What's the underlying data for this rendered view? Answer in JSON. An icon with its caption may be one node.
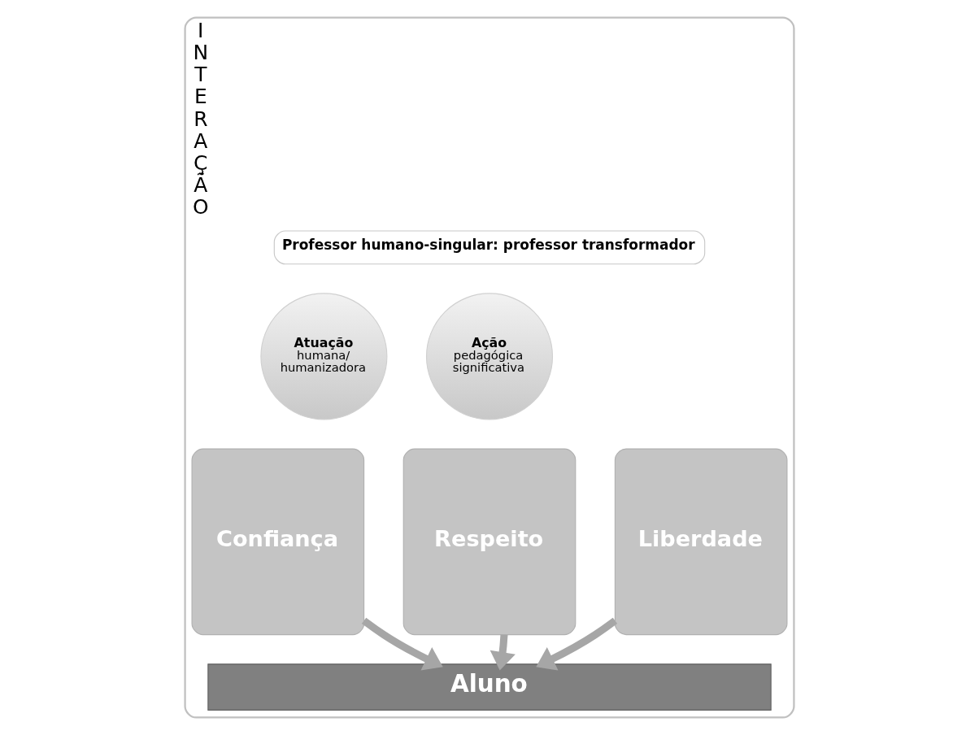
{
  "diagram": {
    "nodes": [
      {
        "text": [
          "I N T E R A Ç Ã O"
        ]
      },
      {
        "text": [
          "Professor humano-singular: professor transformador"
        ],
        "in": 0
      },
      {
        "text": [
          "Atuação",
          "humana/ humanizadora"
        ],
        "in": 0
      },
      {
        "text": [
          "Ação",
          "pedagógica significativa"
        ],
        "in": 0
      },
      {
        "text": [
          "Confiança"
        ],
        "in": 0
      },
      {
        "text": [
          "Respeito"
        ],
        "in": 0
      },
      {
        "text": [
          "Liberdade"
        ],
        "in": 0
      },
      {
        "text": [
          "Aluno"
        ],
        "in": 0
      }
    ],
    "edges": [
      {
        "from": 4,
        "to": 7,
        "arrow": "to"
      },
      {
        "from": 5,
        "to": 7,
        "arrow": "to"
      },
      {
        "from": 6,
        "to": 7,
        "arrow": "to"
      }
    ]
  }
}
